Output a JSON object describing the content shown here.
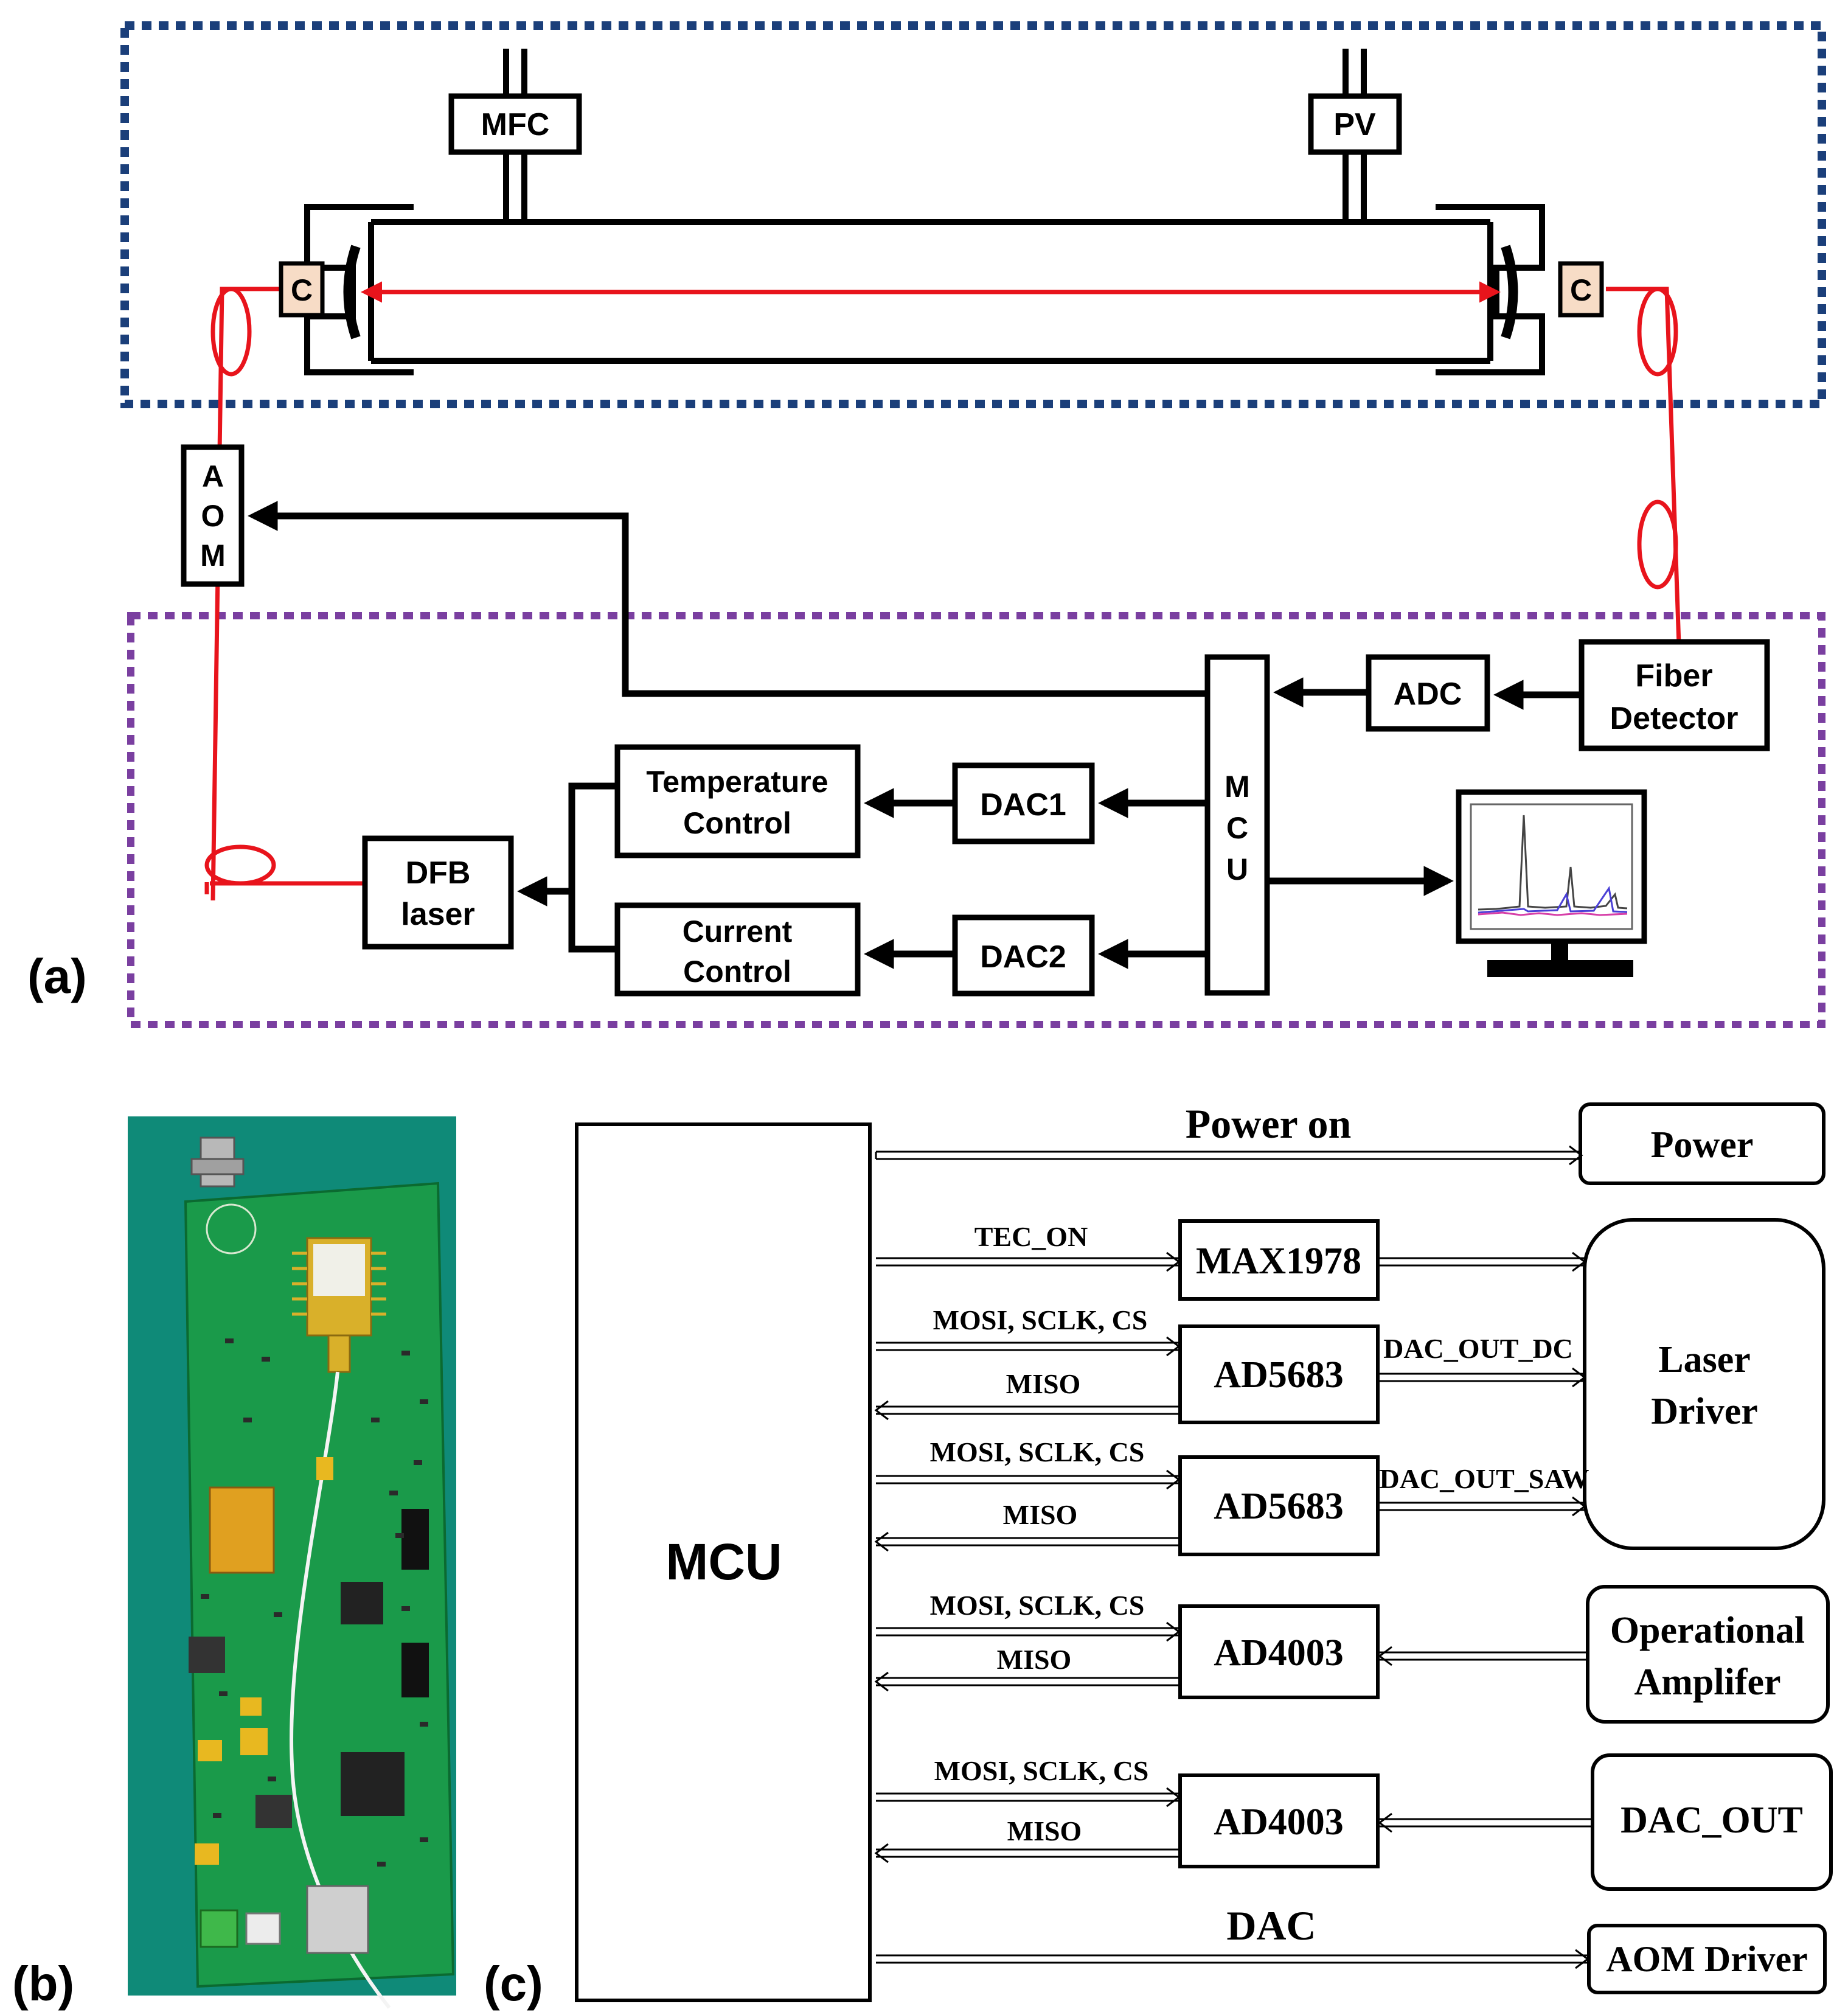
{
  "panel_labels": {
    "a": "(a)",
    "b": "(b)",
    "c": "(c)"
  },
  "panel_a": {
    "mfc": "MFC",
    "pv": "PV",
    "coupler_left": "C",
    "coupler_right": "C",
    "aom": [
      "A",
      "O",
      "M"
    ],
    "fiber_detector": [
      "Fiber",
      "Detector"
    ],
    "adc": "ADC",
    "mcu": [
      "M",
      "C",
      "U"
    ],
    "dac1": "DAC1",
    "dac2": "DAC2",
    "temperature_control": [
      "Temperature",
      "Control"
    ],
    "current_control": [
      "Current",
      "Control"
    ],
    "dfb_laser": [
      "DFB",
      "laser"
    ]
  },
  "panel_c": {
    "mcu": "MCU",
    "power_on": "Power on",
    "power": "Power",
    "tec_on": "TEC_ON",
    "max1978": "MAX1978",
    "laser_driver": [
      "Laser",
      "Driver"
    ],
    "ad5683_dc": "AD5683",
    "ad5683_saw": "AD5683",
    "dac_out_dc": "DAC_OUT_DC",
    "dac_out_saw": "DAC_OUT_SAW",
    "spi_1": "MOSI, SCLK, CS",
    "miso_1": "MISO",
    "spi_2": "MOSI, SCLK, CS",
    "miso_2": "MISO",
    "spi_3": "MOSI, SCLK, CS",
    "miso_3": "MISO",
    "spi_4": "MOSI, SCLK, CS",
    "miso_4": "MISO",
    "ad4003_opamp": "AD4003",
    "ad4003_dac": "AD4003",
    "op_amp": [
      "Operational",
      "Amplifer"
    ],
    "dac_out": "DAC_OUT",
    "dac": "DAC",
    "aom_driver": "AOM Driver"
  },
  "colors": {
    "gas_frame": "#1b3f7a",
    "control_frame": "#7a3fa0",
    "fiber": "#e8141c",
    "coupler_fill": "#f7dcc6",
    "pcb_background": "#0f8a78"
  }
}
